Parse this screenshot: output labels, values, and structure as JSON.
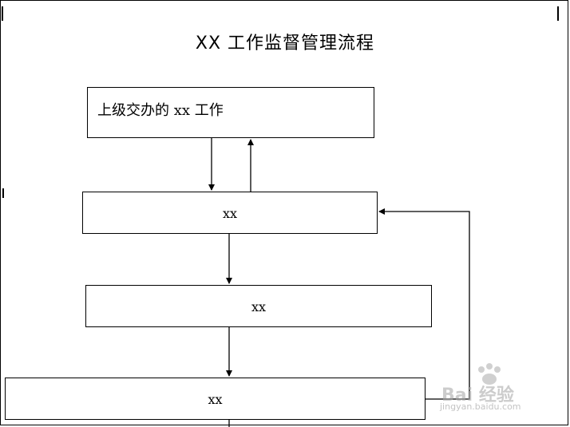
{
  "diagram": {
    "title": "XX 工作监督管理流程",
    "nodes": [
      {
        "id": "top",
        "label": "上级交办的 xx 工作"
      },
      {
        "id": "n2",
        "label": "xx"
      },
      {
        "id": "n3",
        "label": "xx"
      },
      {
        "id": "n4",
        "label": "xx"
      }
    ],
    "edges": [
      {
        "from": "top",
        "to": "n2"
      },
      {
        "from": "n2",
        "to": "top"
      },
      {
        "from": "n2",
        "to": "n3"
      },
      {
        "from": "n3",
        "to": "n4"
      },
      {
        "from": "n4",
        "to": "n2",
        "route": "feedback-right"
      }
    ]
  },
  "watermark": {
    "brand": "Bai 经验",
    "url": "jingyan.baidu.com"
  }
}
